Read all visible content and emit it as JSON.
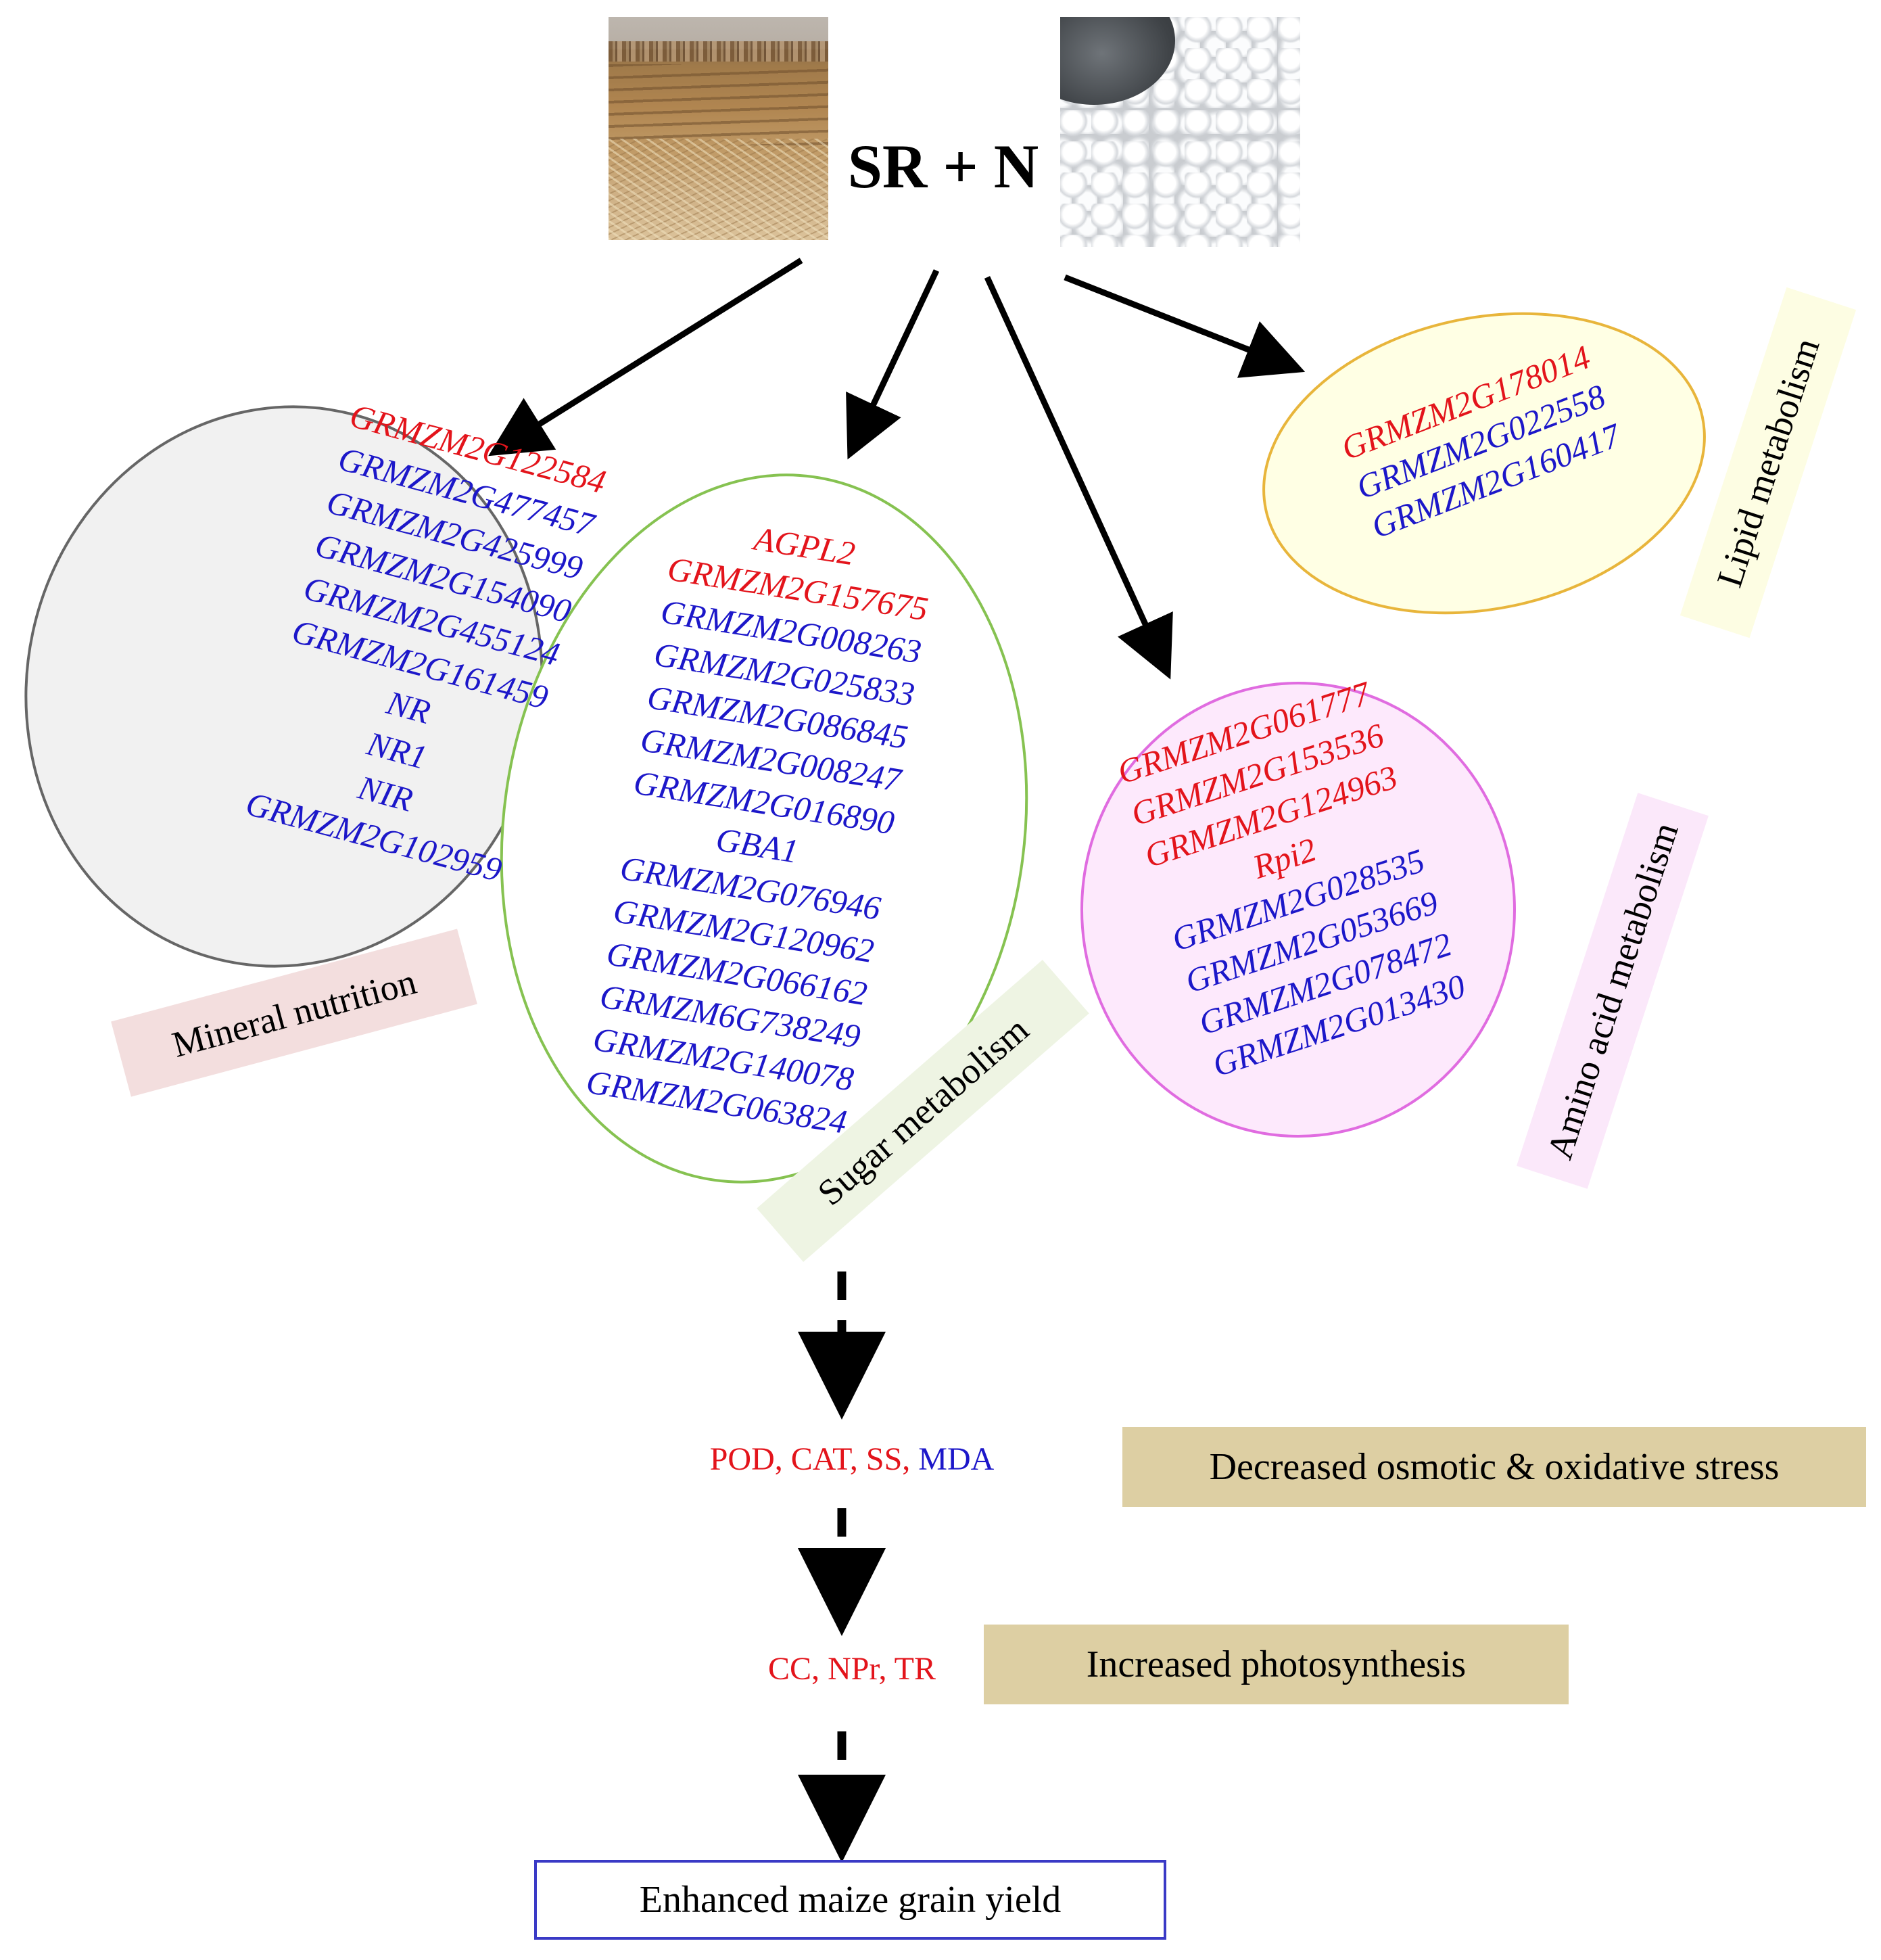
{
  "header": {
    "treatment_label": "SR + N",
    "photo_left": "field-stubble-photo",
    "photo_right": "urea-granules-photo"
  },
  "colors": {
    "upregulated": "#e3141b",
    "downregulated": "#1c17c9",
    "mineral_ellipse": "#f1f1f1",
    "sugar_ellipse_border": "#86c251",
    "amino_ellipse_border": "#e06ce0",
    "lipid_ellipse_border": "#e8b53b"
  },
  "groups": {
    "mineral": {
      "label": "Mineral nutrition",
      "genes": [
        {
          "name": "GRMZM2G122584",
          "color": "red"
        },
        {
          "name": "GRMZM2G477457",
          "color": "blue"
        },
        {
          "name": "GRMZM2G425999",
          "color": "blue"
        },
        {
          "name": "GRMZM2G154090",
          "color": "blue"
        },
        {
          "name": "GRMZM2G455124",
          "color": "blue"
        },
        {
          "name": "GRMZM2G161459",
          "color": "blue"
        },
        {
          "name": "NR",
          "color": "blue"
        },
        {
          "name": "NR1",
          "color": "blue"
        },
        {
          "name": "NIR",
          "color": "blue"
        },
        {
          "name": "GRMZM2G102959",
          "color": "blue"
        }
      ]
    },
    "sugar": {
      "label": "Sugar metabolism",
      "genes": [
        {
          "name": "AGPL2",
          "color": "red"
        },
        {
          "name": "GRMZM2G157675",
          "color": "red"
        },
        {
          "name": "GRMZM2G008263",
          "color": "blue"
        },
        {
          "name": "GRMZM2G025833",
          "color": "blue"
        },
        {
          "name": "GRMZM2G086845",
          "color": "blue"
        },
        {
          "name": "GRMZM2G008247",
          "color": "blue"
        },
        {
          "name": "GRMZM2G016890",
          "color": "blue"
        },
        {
          "name": "GBA1",
          "color": "blue"
        },
        {
          "name": "GRMZM2G076946",
          "color": "blue"
        },
        {
          "name": "GRMZM2G120962",
          "color": "blue"
        },
        {
          "name": "GRMZM2G066162",
          "color": "blue"
        },
        {
          "name": "GRMZM6G738249",
          "color": "blue"
        },
        {
          "name": "GRMZM2G140078",
          "color": "blue"
        },
        {
          "name": "GRMZM2G063824",
          "color": "blue"
        }
      ]
    },
    "amino": {
      "label": "Amino acid metabolism",
      "genes": [
        {
          "name": "GRMZM2G061777",
          "color": "red"
        },
        {
          "name": "GRMZM2G153536",
          "color": "red"
        },
        {
          "name": "GRMZM2G124963",
          "color": "red"
        },
        {
          "name": "Rpi2",
          "color": "red"
        },
        {
          "name": "GRMZM2G028535",
          "color": "blue"
        },
        {
          "name": "GRMZM2G053669",
          "color": "blue"
        },
        {
          "name": "GRMZM2G078472",
          "color": "blue"
        },
        {
          "name": "GRMZM2G013430",
          "color": "blue"
        }
      ]
    },
    "lipid": {
      "label": "Lipid metabolism",
      "genes": [
        {
          "name": "GRMZM2G178014",
          "color": "red"
        },
        {
          "name": "GRMZM2G022558",
          "color": "blue"
        },
        {
          "name": "GRMZM2G160417",
          "color": "blue"
        }
      ]
    }
  },
  "pathway": {
    "metrics_1": [
      {
        "text": "POD, ",
        "color": "red"
      },
      {
        "text": "CAT, ",
        "color": "red"
      },
      {
        "text": "SS, ",
        "color": "red"
      },
      {
        "text": "MDA",
        "color": "blue"
      }
    ],
    "outcome_1": "Decreased osmotic & oxidative stress",
    "metrics_2": [
      {
        "text": "CC, ",
        "color": "red"
      },
      {
        "text": "NPr, ",
        "color": "red"
      },
      {
        "text": "TR",
        "color": "red"
      }
    ],
    "outcome_2": "Increased photosynthesis",
    "final": "Enhanced maize grain yield"
  }
}
